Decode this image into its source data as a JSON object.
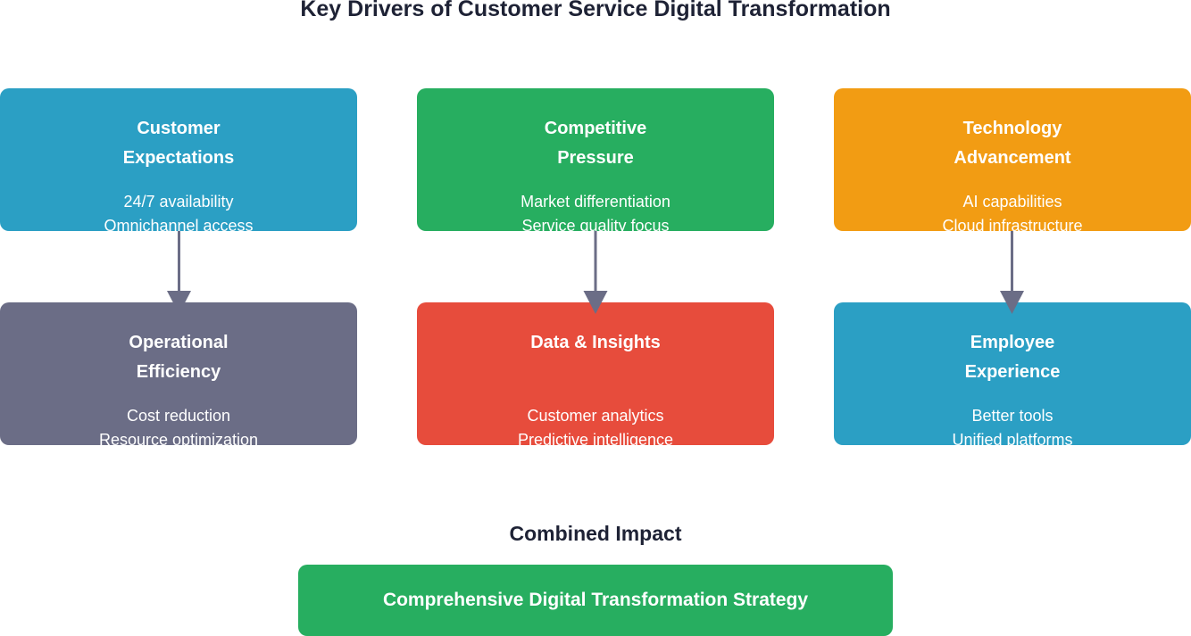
{
  "title": "Key Drivers of Customer Service Digital Transformation",
  "colors": {
    "blue": "#2b9fc4",
    "green": "#27ae60",
    "orange": "#f29c13",
    "slate": "#6b6d86",
    "red": "#e74c3c",
    "arrow": "#6b6d86",
    "text_dark": "#1e2235"
  },
  "drivers": [
    {
      "heading": [
        "Customer",
        "Expectations"
      ],
      "items": [
        "24/7 availability",
        "Omnichannel access"
      ],
      "color": "#2b9fc4"
    },
    {
      "heading": [
        "Competitive",
        "Pressure"
      ],
      "items": [
        "Market differentiation",
        "Service quality focus"
      ],
      "color": "#27ae60"
    },
    {
      "heading": [
        "Technology",
        "Advancement"
      ],
      "items": [
        "AI capabilities",
        "Cloud infrastructure"
      ],
      "color": "#f29c13"
    }
  ],
  "outcomes": [
    {
      "heading": [
        "Operational",
        "Efficiency"
      ],
      "items": [
        "Cost reduction",
        "Resource optimization"
      ],
      "color": "#6b6d86"
    },
    {
      "heading": [
        "Data & Insights",
        ""
      ],
      "items": [
        "Customer analytics",
        "Predictive intelligence"
      ],
      "color": "#e74c3c"
    },
    {
      "heading": [
        "Employee",
        "Experience"
      ],
      "items": [
        "Better tools",
        "Unified platforms"
      ],
      "color": "#2b9fc4"
    }
  ],
  "impact": {
    "label": "Combined Impact",
    "strategy": "Comprehensive Digital Transformation Strategy",
    "color": "#27ae60"
  }
}
